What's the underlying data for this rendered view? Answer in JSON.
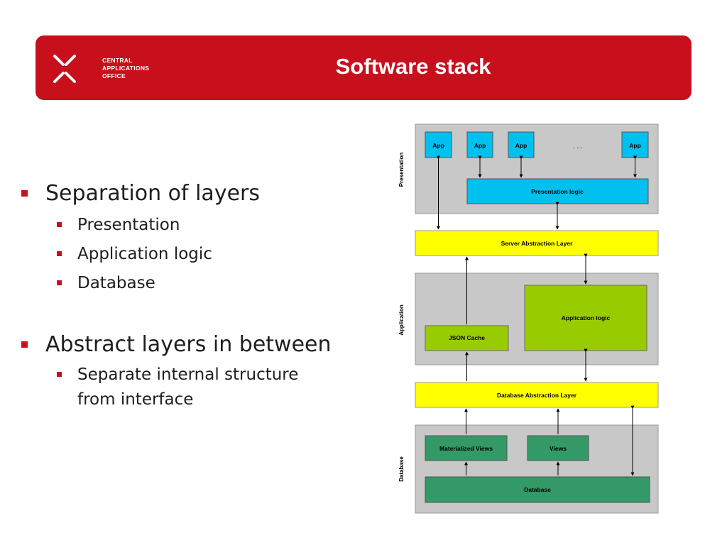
{
  "header": {
    "title": "Software stack",
    "logo_lines": [
      "CENTRAL",
      "APPLICATIONS",
      "OFFICE"
    ]
  },
  "bullets": [
    {
      "text": "Separation of layers",
      "children": [
        "Presentation",
        "Application logic",
        "Database"
      ]
    },
    {
      "text": "Abstract layers in between",
      "children": [
        "Separate internal structure",
        "from interface"
      ]
    }
  ],
  "diagram": {
    "sections": {
      "presentation": "Presentation",
      "application": "Application",
      "database": "Database"
    },
    "apps": [
      "App",
      "App",
      "App",
      "App"
    ],
    "ellipsis": ". . .",
    "presentation_logic": "Presentation logic",
    "server_layer": "Server Abstraction Layer",
    "json_cache": "JSON Cache",
    "application_logic": "Application logic",
    "database_layer": "Database Abstraction Layer",
    "materialized_views": "Materialized Views",
    "views": "Views",
    "database": "Database"
  },
  "colors": {
    "brand_red": "#c8101c",
    "panel_gray": "#c8c8c8",
    "app_blue": "#00c0f0",
    "abstraction_yellow": "#ffff00",
    "application_green": "#99cc00",
    "database_green": "#339966"
  }
}
